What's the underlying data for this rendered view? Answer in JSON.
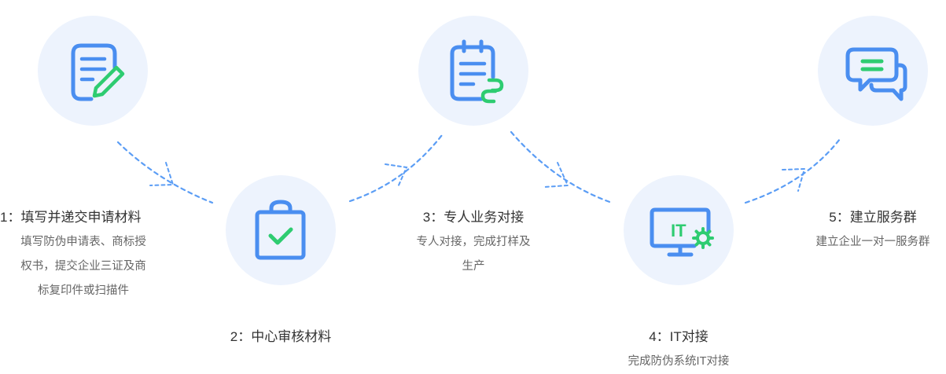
{
  "steps": [
    {
      "title": "1：填写并递交申请材料",
      "desc": [
        "填写防伪申请表、商标授",
        "权书，提交企业三证及商",
        "标复印件或扫描件"
      ],
      "icon": "document-edit-icon"
    },
    {
      "title": "2：中心审核材料",
      "desc": [],
      "icon": "clipboard-check-icon"
    },
    {
      "title": "3：专人业务对接",
      "desc": [
        "专人对接，完成打样及",
        "生产"
      ],
      "icon": "document-link-icon"
    },
    {
      "title": "4：IT对接",
      "desc": [
        "完成防伪系统IT对接"
      ],
      "icon": "monitor-settings-icon"
    },
    {
      "title": "5：建立服务群",
      "desc": [
        "建立企业一对一服务群"
      ],
      "icon": "chat-bubbles-icon"
    }
  ],
  "icon_text": {
    "it": "IT"
  },
  "colors": {
    "blue": "#4a8ef0",
    "green": "#2ecc71",
    "circle": "#edf3fd",
    "connector": "#5b9df5"
  }
}
